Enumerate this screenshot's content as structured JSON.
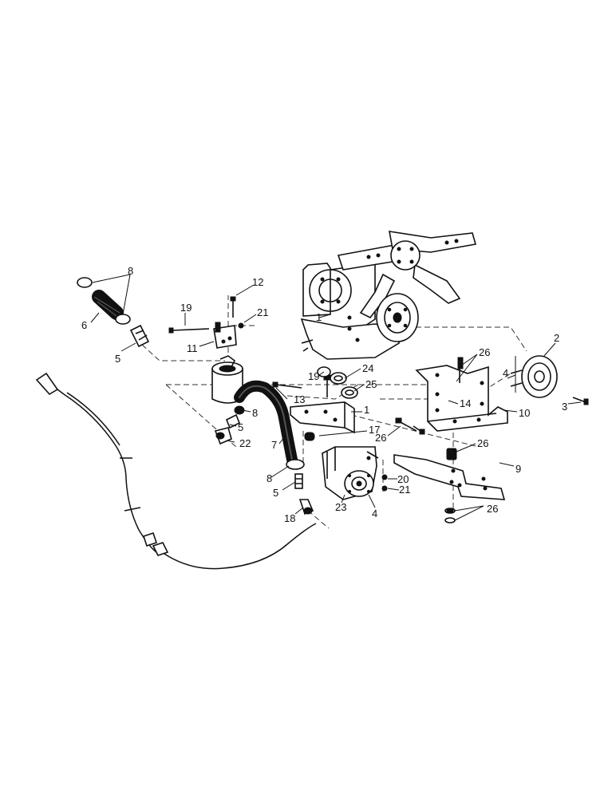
{
  "callouts": {
    "c1_engine": "1",
    "c1_bracket": "1",
    "c2": "2",
    "c3": "3",
    "c4_pulley": "4",
    "c4_pump": "4",
    "c5_upper": "5",
    "c5_mid": "5",
    "c5_lower": "5",
    "c6": "6",
    "c7": "7",
    "c8_top": "8",
    "c8_mid": "8",
    "c8_lower": "8",
    "c9": "9",
    "c10": "10",
    "c11": "11",
    "c12": "12",
    "c13": "13",
    "c14": "14",
    "c17": "17",
    "c18": "18",
    "c19_left": "19",
    "c19_center": "19",
    "c20": "20",
    "c21_top": "21",
    "c21_pump": "21",
    "c22": "22",
    "c23": "23",
    "c24": "24",
    "c25": "25",
    "c26_top": "26",
    "c26_bolt": "26",
    "c26_mount": "26",
    "c26_bottom": "26"
  }
}
